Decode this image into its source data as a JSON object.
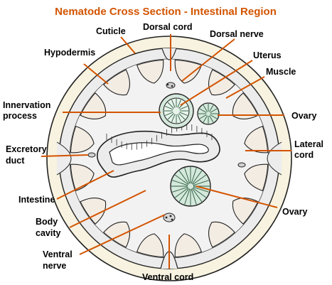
{
  "title": "Nematode Cross Section - Intestinal Region",
  "labels": {
    "cuticle": "Cuticle",
    "dorsal_cord": "Dorsal cord",
    "dorsal_nerve": "Dorsal nerve",
    "hypodermis": "Hypodermis",
    "uterus": "Uterus",
    "muscle": "Muscle",
    "innervation_process_1": "Innervation",
    "innervation_process_2": "process",
    "ovary_upper": "Ovary",
    "excretory_duct_1": "Excretory",
    "excretory_duct_2": "duct",
    "lateral_cord_1": "Lateral",
    "lateral_cord_2": "cord",
    "intestine": "Intestine",
    "ovary_lower": "Ovary",
    "body_cavity_1": "Body",
    "body_cavity_2": "cavity",
    "ventral_nerve_1": "Ventral",
    "ventral_nerve_2": "nerve",
    "ventral_cord": "Ventral cord"
  },
  "colors": {
    "title": "#d35400",
    "leader_lines": "#d35400",
    "cuticle_fill": "#f7f3e0",
    "hypodermis_fill": "#ececec",
    "muscle_fill": "#f3ece3",
    "label_text": "#000000"
  }
}
